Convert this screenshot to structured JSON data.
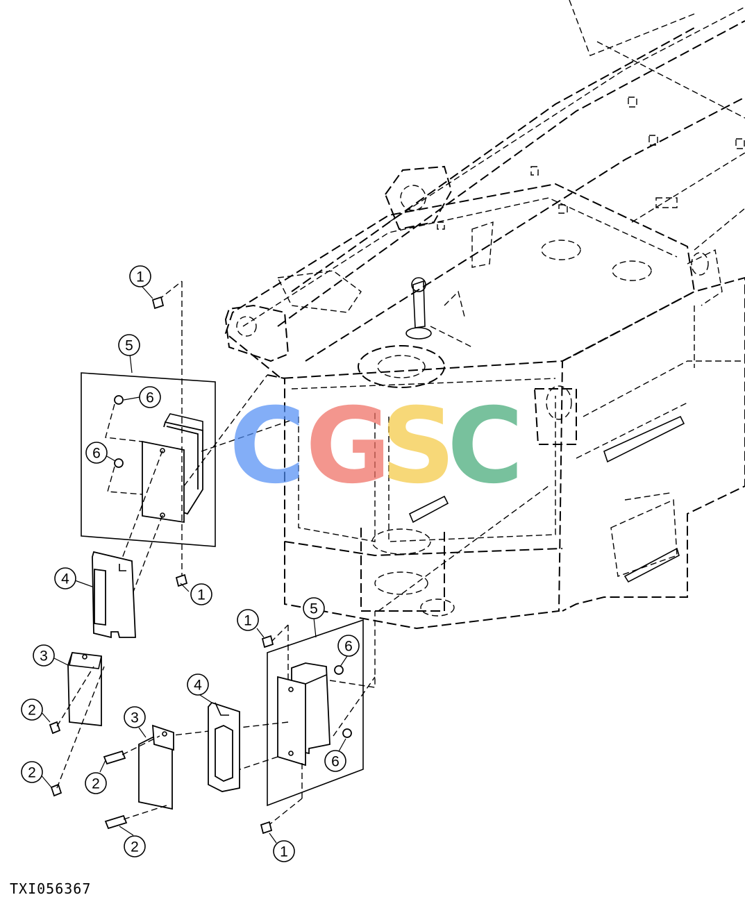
{
  "figure_id": "TXI056367",
  "watermark": {
    "letters": [
      "C",
      "G",
      "S",
      "C"
    ],
    "colors": [
      "#4f8df5",
      "#ee6b5f",
      "#f5c840",
      "#3fa874"
    ]
  },
  "callouts": [
    {
      "label": "1"
    },
    {
      "label": "5"
    },
    {
      "label": "6"
    },
    {
      "label": "6"
    },
    {
      "label": "4"
    },
    {
      "label": "1"
    },
    {
      "label": "3"
    },
    {
      "label": "2"
    },
    {
      "label": "2"
    },
    {
      "label": "1"
    },
    {
      "label": "5"
    },
    {
      "label": "6"
    },
    {
      "label": "4"
    },
    {
      "label": "3"
    },
    {
      "label": "6"
    },
    {
      "label": "2"
    },
    {
      "label": "2"
    },
    {
      "label": "1"
    }
  ]
}
